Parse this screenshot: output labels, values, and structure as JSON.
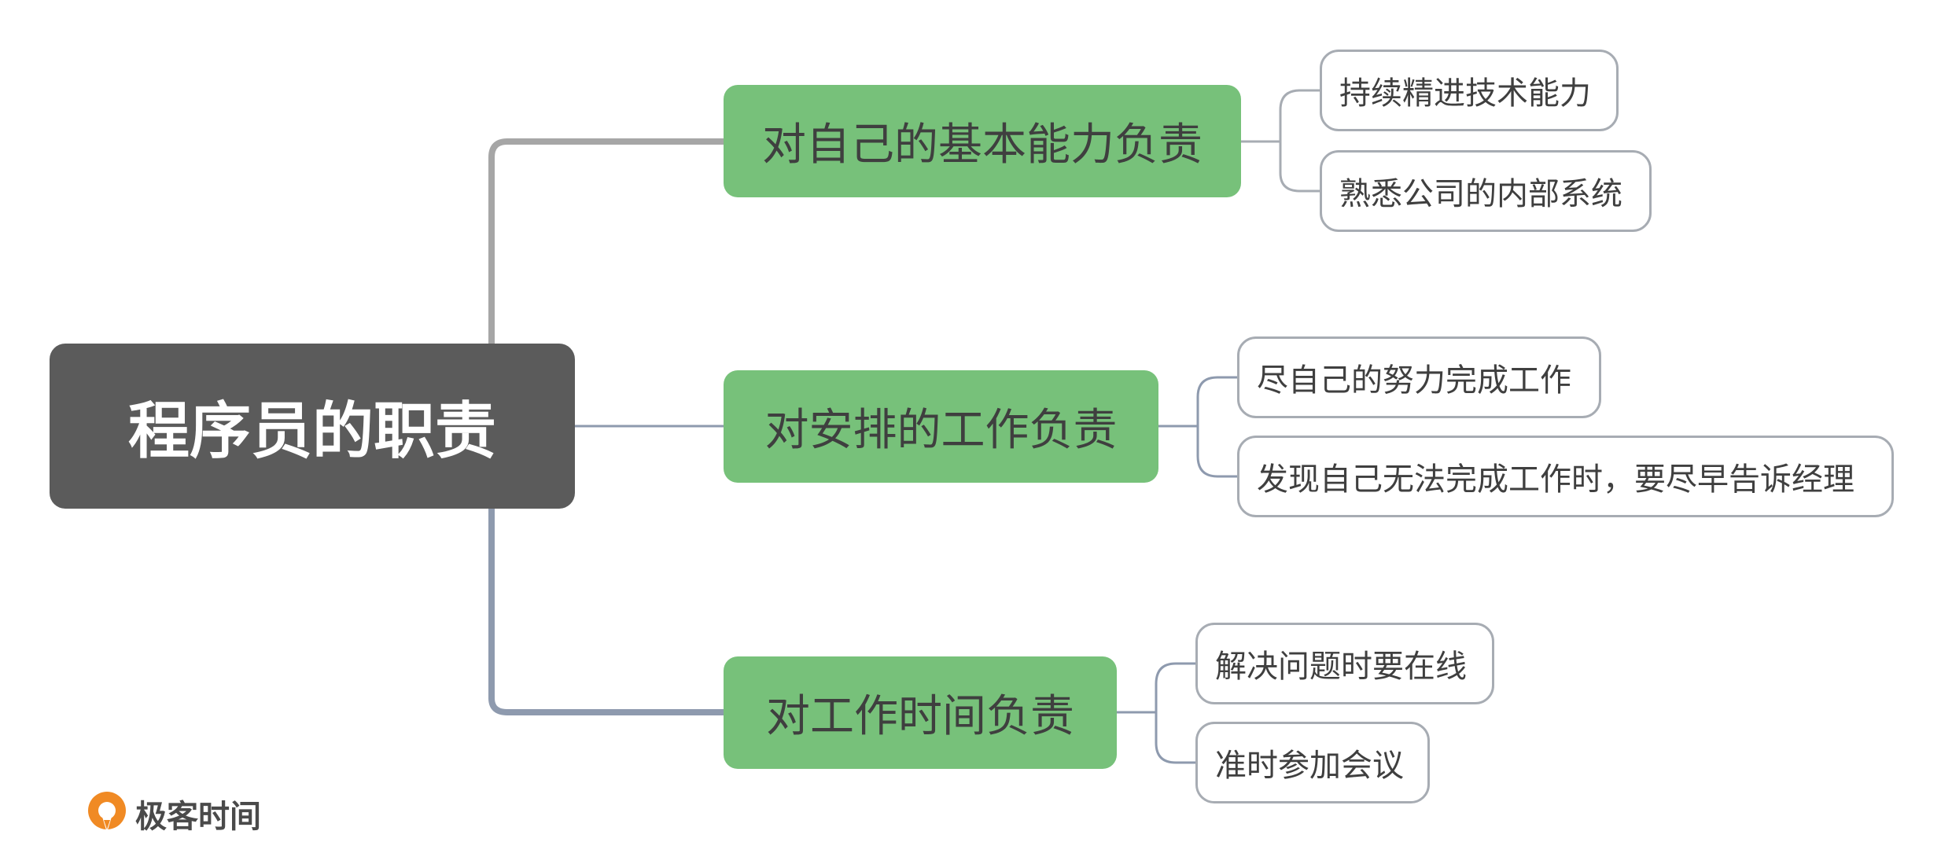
{
  "diagram": {
    "root": {
      "label": "程序员的职责"
    },
    "branches": [
      {
        "label": "对自己的基本能力负责",
        "leaves": [
          "持续精进技术能力",
          "熟悉公司的内部系统"
        ]
      },
      {
        "label": "对安排的工作负责",
        "leaves": [
          "尽自己的努力完成工作",
          "发现自己无法完成工作时，要尽早告诉经理"
        ]
      },
      {
        "label": "对工作时间负责",
        "leaves": [
          "解决问题时要在线",
          "准时参加会议"
        ]
      }
    ]
  },
  "logo": {
    "text": "极客时间",
    "icon": "geektime-logo-icon"
  },
  "colors": {
    "root_fill": "#5b5b5b",
    "branch_fill": "#77c17a",
    "leaf_border": "#a7acb3",
    "connector_top": "#a6a6a6",
    "connector_bottom": "#8e9aae",
    "logo_accent": "#f08a24"
  }
}
